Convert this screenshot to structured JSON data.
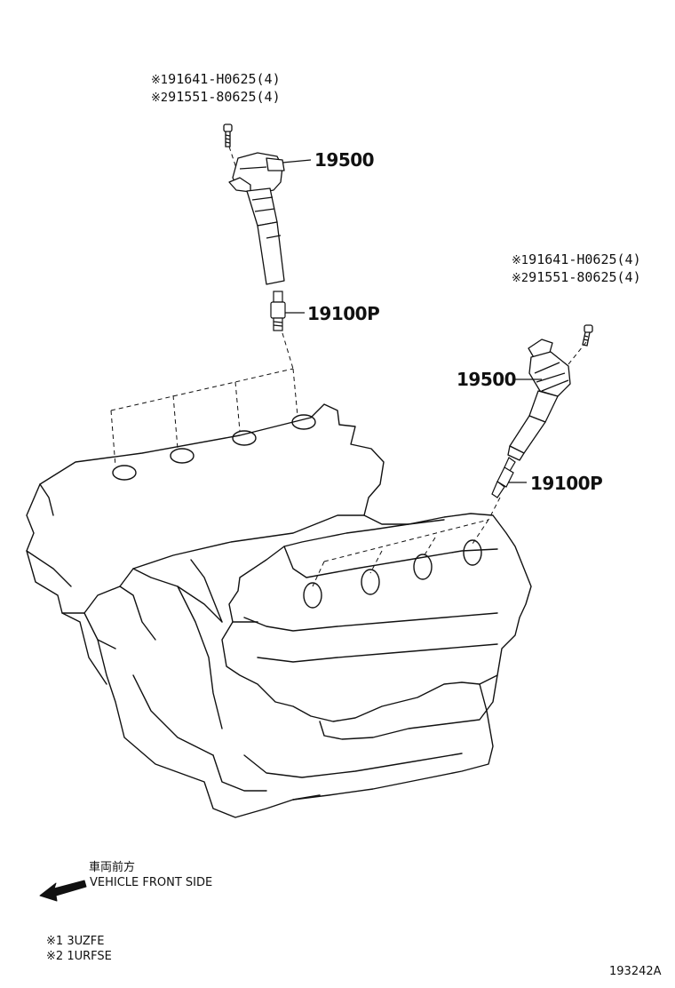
{
  "callouts": {
    "coil_upper": "19500",
    "plug_upper": "19100P",
    "coil_lower": "19500",
    "plug_lower": "19100P"
  },
  "fasteners_upper": [
    {
      "marker": "※1",
      "part": "91641-H0625(4)"
    },
    {
      "marker": "※2",
      "part": "91551-80625(4)"
    }
  ],
  "fasteners_lower": [
    {
      "marker": "※1",
      "part": "91641-H0625(4)"
    },
    {
      "marker": "※2",
      "part": "91551-80625(4)"
    }
  ],
  "direction": {
    "jp": "車両前方",
    "en": "VEHICLE FRONT SIDE",
    "arrow_icon": "arrow-left-icon"
  },
  "notes": [
    {
      "marker": "※1",
      "text": "3UZFE"
    },
    {
      "marker": "※2",
      "text": "1URFSE"
    }
  ],
  "diagram_id": "193242A"
}
